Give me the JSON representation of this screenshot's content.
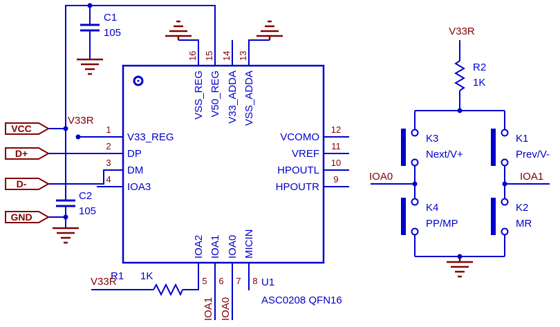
{
  "colors": {
    "wire": "#0000CC",
    "component": "#0000CC",
    "net_label": "#800000",
    "pin_number": "#800000",
    "ground": "#800000",
    "tag": "#800000",
    "background": "#FFFFFF"
  },
  "connectors": {
    "vcc": "VCC",
    "d_plus": "D+",
    "d_minus": "D-",
    "gnd": "GND"
  },
  "net_labels": {
    "v33r": "V33R",
    "ioa0": "IOA0",
    "ioa1": "IOA1"
  },
  "components": {
    "c1": {
      "ref": "C1",
      "value": "105"
    },
    "c2": {
      "ref": "C2",
      "value": "105"
    },
    "r1": {
      "ref": "R1",
      "value": "1K"
    },
    "r2": {
      "ref": "R2",
      "value": "1K"
    },
    "u1": {
      "ref": "U1",
      "part": "ASC0208 QFN16"
    }
  },
  "ic_pins": {
    "left": [
      {
        "num": "1",
        "name": "V33_REG"
      },
      {
        "num": "2",
        "name": "DP"
      },
      {
        "num": "3",
        "name": "DM"
      },
      {
        "num": "4",
        "name": "IOA3"
      }
    ],
    "right": [
      {
        "num": "12",
        "name": "VCOMO"
      },
      {
        "num": "11",
        "name": "VREF"
      },
      {
        "num": "10",
        "name": "HPOUTL"
      },
      {
        "num": "9",
        "name": "HPOUTR"
      }
    ],
    "top": [
      {
        "num": "16",
        "name": "VSS_REG"
      },
      {
        "num": "15",
        "name": "V50_REG"
      },
      {
        "num": "14",
        "name": "V33_ADDA"
      },
      {
        "num": "13",
        "name": "VSS_ADDA"
      }
    ],
    "bottom": [
      {
        "num": "5",
        "name": "IOA2"
      },
      {
        "num": "6",
        "name": "IOA1"
      },
      {
        "num": "7",
        "name": "IOA0"
      },
      {
        "num": "8",
        "name": "MICIN"
      }
    ]
  },
  "buttons": [
    {
      "ref": "K3",
      "label": "Next/V+"
    },
    {
      "ref": "K1",
      "label": "Prev/V-"
    },
    {
      "ref": "K4",
      "label": "PP/MP"
    },
    {
      "ref": "K2",
      "label": "MR"
    }
  ]
}
